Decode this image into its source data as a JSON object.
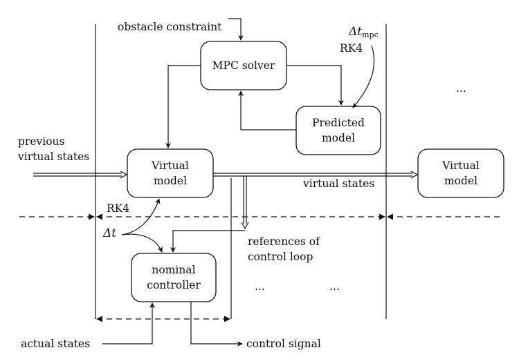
{
  "boxes": {
    "mpc_solver": "MPC solver",
    "predicted_model_l1": "Predicted",
    "predicted_model_l2": "model",
    "virtual_model_l1": "Virtual",
    "virtual_model_l2": "model",
    "virtual_model_right_l1": "Virtual",
    "virtual_model_right_l2": "model",
    "nominal_controller_l1": "nominal",
    "nominal_controller_l2": "controller"
  },
  "labels": {
    "obstacle_constraint": "obstacle constraint",
    "delta_t_mpc_symbol": "Δt",
    "delta_t_mpc_sub": "mpc",
    "rk4_top": "RK4",
    "ellipsis_top": "...",
    "previous_l1": "previous",
    "previous_l2": "virtual states",
    "virtual_states": "virtual states",
    "rk4_bottom": "RK4",
    "delta_t": "Δt",
    "references_l1": "references of",
    "references_l2": "control loop",
    "ellipsis_mid_1": "...",
    "ellipsis_mid_2": "...",
    "actual_states": "actual states",
    "control_signal": "control signal"
  }
}
